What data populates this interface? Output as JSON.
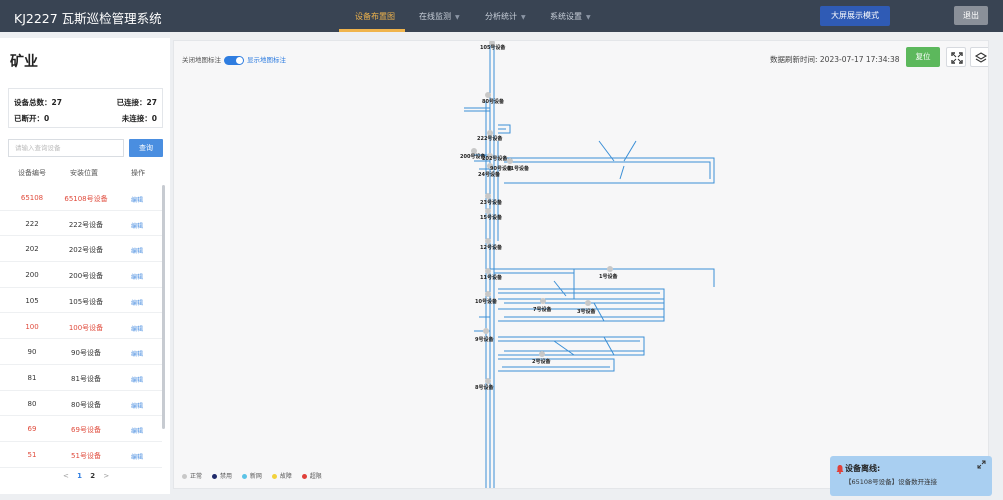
{
  "app": {
    "title": "KJ2227 瓦斯巡检管理系统"
  },
  "nav": {
    "items": [
      {
        "label": "设备布置图",
        "active": true,
        "has_caret": false
      },
      {
        "label": "在线监测",
        "active": false,
        "has_caret": true
      },
      {
        "label": "分析统计",
        "active": false,
        "has_caret": true
      },
      {
        "label": "系统设置",
        "active": false,
        "has_caret": true
      }
    ]
  },
  "header": {
    "bigscreen_label": "大屏展示模式",
    "logout_label": "退出"
  },
  "sidebar": {
    "mine_name": "矿业",
    "stats": {
      "total": "设备总数：27",
      "connected": "已连接：27",
      "disconnected": "已断开：0",
      "unconnected": "未连接：0"
    },
    "search": {
      "placeholder": "请输入查询设备",
      "button": "查询"
    },
    "columns": [
      "设备编号",
      "安装位置",
      "操作"
    ],
    "rows": [
      {
        "id": "65108",
        "location": "65108号设备",
        "action": "编辑",
        "alert": true
      },
      {
        "id": "222",
        "location": "222号设备",
        "action": "编辑",
        "alert": false
      },
      {
        "id": "202",
        "location": "202号设备",
        "action": "编辑",
        "alert": false
      },
      {
        "id": "200",
        "location": "200号设备",
        "action": "编辑",
        "alert": false
      },
      {
        "id": "105",
        "location": "105号设备",
        "action": "编辑",
        "alert": false
      },
      {
        "id": "100",
        "location": "100号设备",
        "action": "编辑",
        "alert": true
      },
      {
        "id": "90",
        "location": "90号设备",
        "action": "编辑",
        "alert": false
      },
      {
        "id": "81",
        "location": "81号设备",
        "action": "编辑",
        "alert": false
      },
      {
        "id": "80",
        "location": "80号设备",
        "action": "编辑",
        "alert": false
      },
      {
        "id": "69",
        "location": "69号设备",
        "action": "编辑",
        "alert": true
      },
      {
        "id": "51",
        "location": "51号设备",
        "action": "编辑",
        "alert": true
      }
    ],
    "pager": {
      "prev": "<",
      "pages": [
        "1",
        "2"
      ],
      "current": "1",
      "next": ">"
    }
  },
  "map": {
    "toggle_off_label": "关闭地图标注",
    "toggle_on_label": "显示地图标注",
    "refresh_text": "数据刷新时间: 2023-07-17 17:34:38",
    "reset_label": "复位",
    "device_labels": [
      "105号设备",
      "80号设备",
      "222号设备",
      "200号设备",
      "202号设备",
      "90号设备",
      "81号设备",
      "24号设备",
      "23号设备",
      "15号设备",
      "12号设备",
      "11号设备",
      "1号设备",
      "10号设备",
      "7号设备",
      "3号设备",
      "9号设备",
      "2号设备",
      "8号设备"
    ],
    "legend": [
      {
        "label": "正常",
        "color": "#c8c8c8"
      },
      {
        "label": "禁用",
        "color": "#1f2a6b"
      },
      {
        "label": "新网",
        "color": "#5cc3e6"
      },
      {
        "label": "故障",
        "color": "#f2d13c"
      },
      {
        "label": "超限",
        "color": "#e0403a"
      }
    ],
    "tunnel_color": "#3b8fd6"
  },
  "notification": {
    "title": "设备离线:",
    "message": "【65108号设备】设备数开连接"
  }
}
